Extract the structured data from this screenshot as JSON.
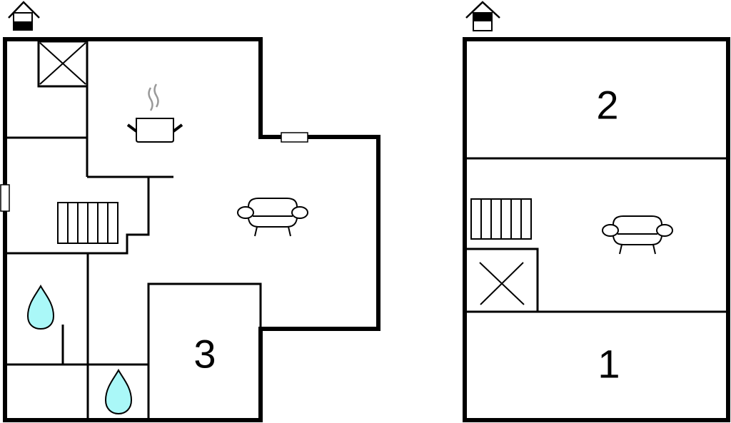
{
  "plans": [
    {
      "id": "ground-floor",
      "floor_indicator": "ground-floor-icon",
      "rooms": [
        {
          "label": "3",
          "type": "bedroom"
        },
        {
          "label": "",
          "type": "kitchen",
          "icon": "cooking-pot-icon"
        },
        {
          "label": "",
          "type": "living-room",
          "icon": "sofa-icon"
        },
        {
          "label": "",
          "type": "stairs",
          "icon": "stairs-icon"
        },
        {
          "label": "",
          "type": "bathroom",
          "icon": "water-drop-icon"
        },
        {
          "label": "",
          "type": "toilet",
          "icon": "water-drop-icon"
        },
        {
          "label": "",
          "type": "void",
          "icon": "cross-box-icon"
        }
      ]
    },
    {
      "id": "upper-floor",
      "floor_indicator": "upper-floor-icon",
      "rooms": [
        {
          "label": "2",
          "type": "bedroom"
        },
        {
          "label": "",
          "type": "living-room",
          "icon": "sofa-icon"
        },
        {
          "label": "",
          "type": "stairs",
          "icon": "stairs-icon"
        },
        {
          "label": "",
          "type": "void",
          "icon": "cross-box-icon"
        },
        {
          "label": "1",
          "type": "bedroom"
        }
      ]
    }
  ],
  "colors": {
    "wall": "#000000",
    "water": "#aaf8f8",
    "steam": "#999999",
    "background": "#ffffff"
  }
}
